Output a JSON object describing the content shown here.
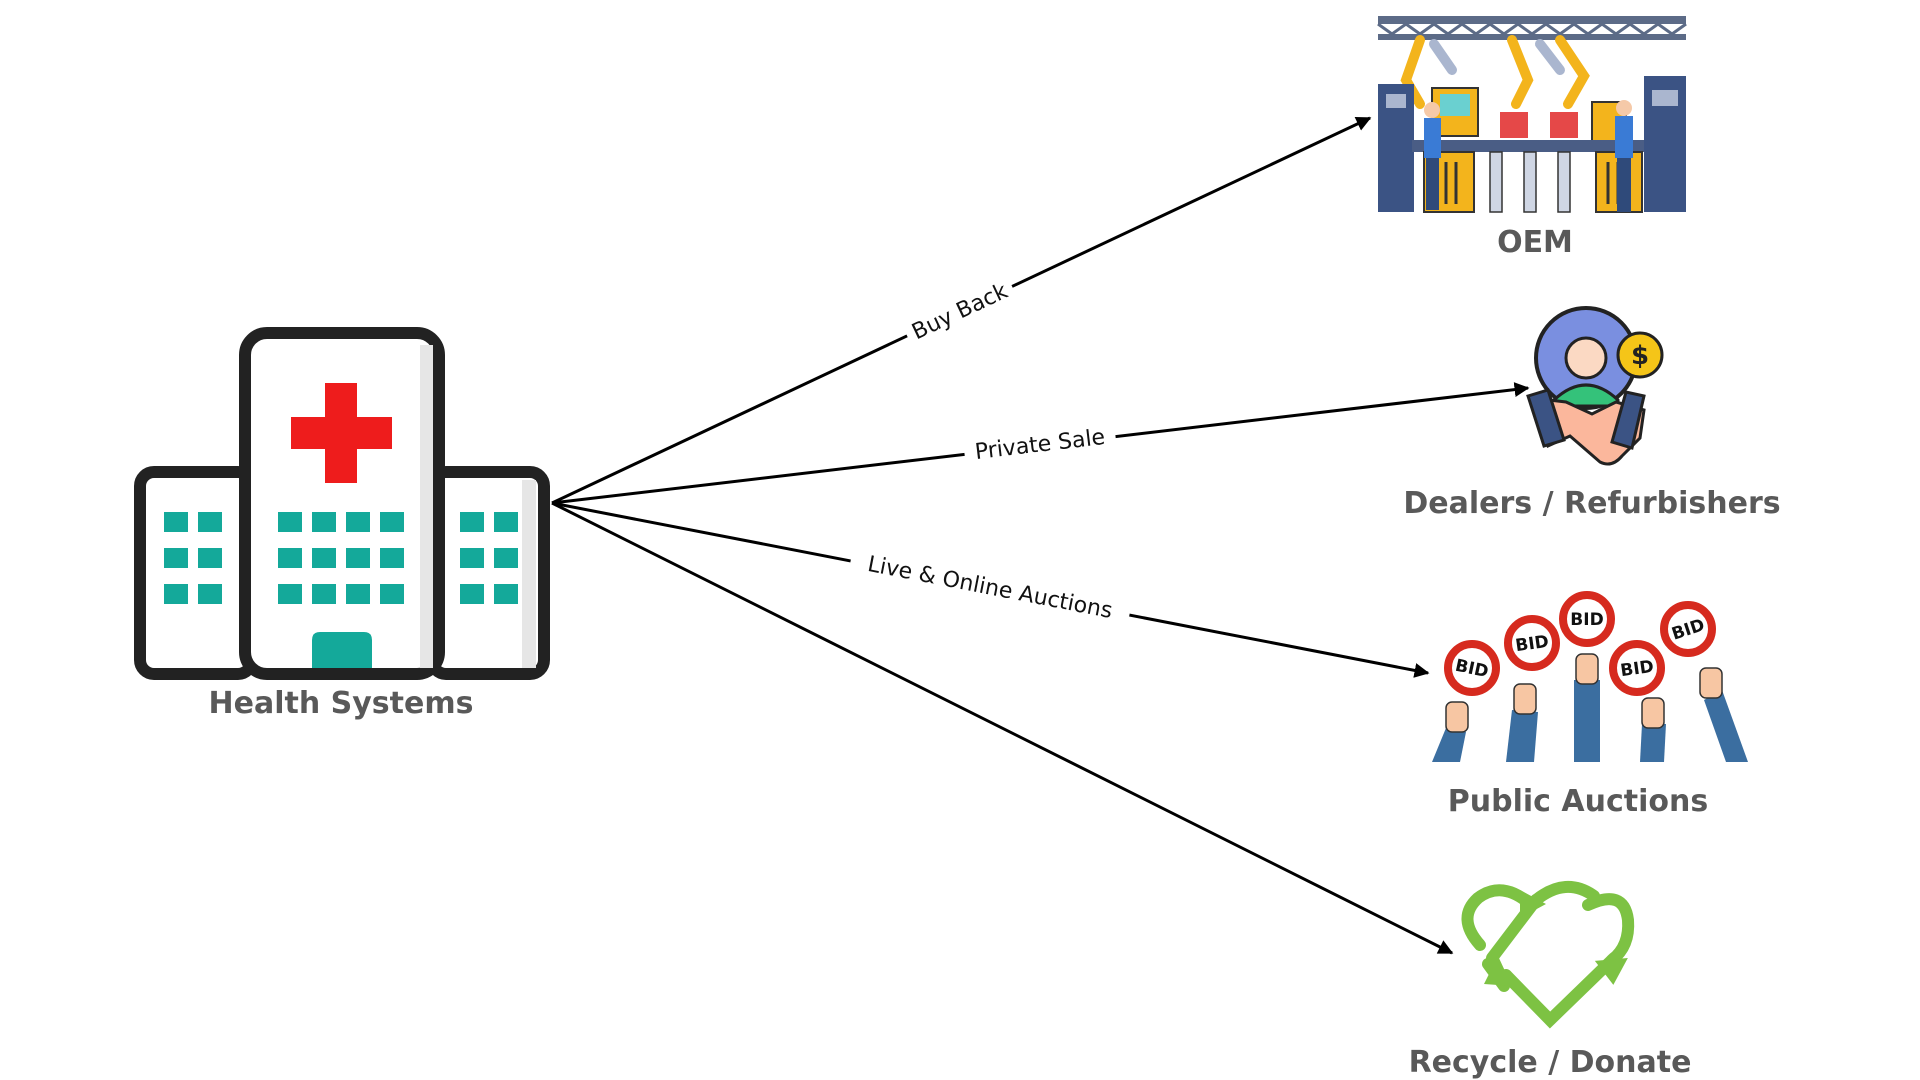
{
  "nodes": {
    "source": {
      "label": "Health Systems",
      "icon": "hospital-icon"
    },
    "oem": {
      "label": "OEM",
      "icon": "factory-robots-icon"
    },
    "dealers": {
      "label": "Dealers / Refurbishers",
      "icon": "handshake-dealer-icon"
    },
    "auctions": {
      "label": "Public Auctions",
      "icon": "bid-paddles-icon",
      "paddle_text": "BID"
    },
    "recycle": {
      "label": "Recycle / Donate",
      "icon": "recycle-heart-icon"
    }
  },
  "edges": {
    "buy_back": {
      "label": "Buy Back",
      "from": "Health Systems",
      "to": "OEM"
    },
    "private_sale": {
      "label": "Private Sale",
      "from": "Health Systems",
      "to": "Dealers / Refurbishers"
    },
    "auctions": {
      "label": "Live & Online Auctions",
      "from": "Health Systems",
      "to": "Public Auctions"
    },
    "recycle": {
      "label": "",
      "from": "Health Systems",
      "to": "Recycle / Donate"
    }
  },
  "colors": {
    "text": "#595959",
    "line": "#000000",
    "teal": "#14a99a",
    "red": "#ee1c1c",
    "green": "#7dc243",
    "navy": "#2f4a7a",
    "orange": "#f3b41c"
  }
}
